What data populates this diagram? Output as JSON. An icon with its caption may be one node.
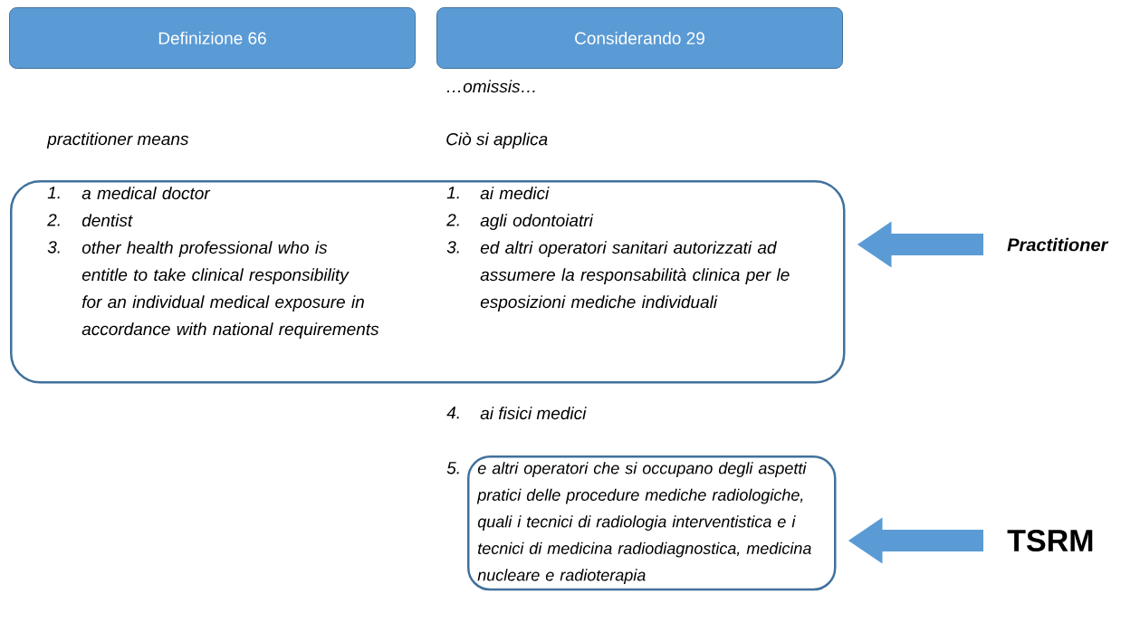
{
  "diagram": {
    "nodes": [
      {
        "text": [
          "Definizione 66"
        ]
      },
      {
        "text": [
          "Considerando 29"
        ]
      },
      {
        "text": [
          "1.",
          "a medical doctor",
          "2.",
          "dentist",
          "3.",
          "other health professional who is entitle to take clinical responsibility for an individual medical exposure in accordance with national requirements",
          "1.",
          "ai medici",
          "2.",
          "agli odontoiatri",
          "3.",
          "ed altri operatori sanitari autorizzati ad assumere la responsabilità clinica per le esposizioni mediche individuali"
        ]
      },
      {
        "text": [
          "e altri operatori che si occupano degli aspetti pratici delle procedure mediche radiologiche, quali i tecnici di radiologia interventistica e i tecnici di medicina radiodiagnostica, medicina nucleare e radioterapia"
        ],
        "beside": [
          "5."
        ]
      },
      {
        "text": [
          "Practitioner"
        ]
      },
      {
        "text": [
          "TSRM"
        ]
      }
    ],
    "edges": [
      {
        "from": 4,
        "to": 2,
        "arrow": "to"
      },
      {
        "from": 5,
        "to": 3,
        "arrow": "to"
      }
    ],
    "labels": [
      "…omissis…",
      "practitioner means",
      "Ciò si applica",
      "4.",
      "ai fisici medici"
    ]
  }
}
